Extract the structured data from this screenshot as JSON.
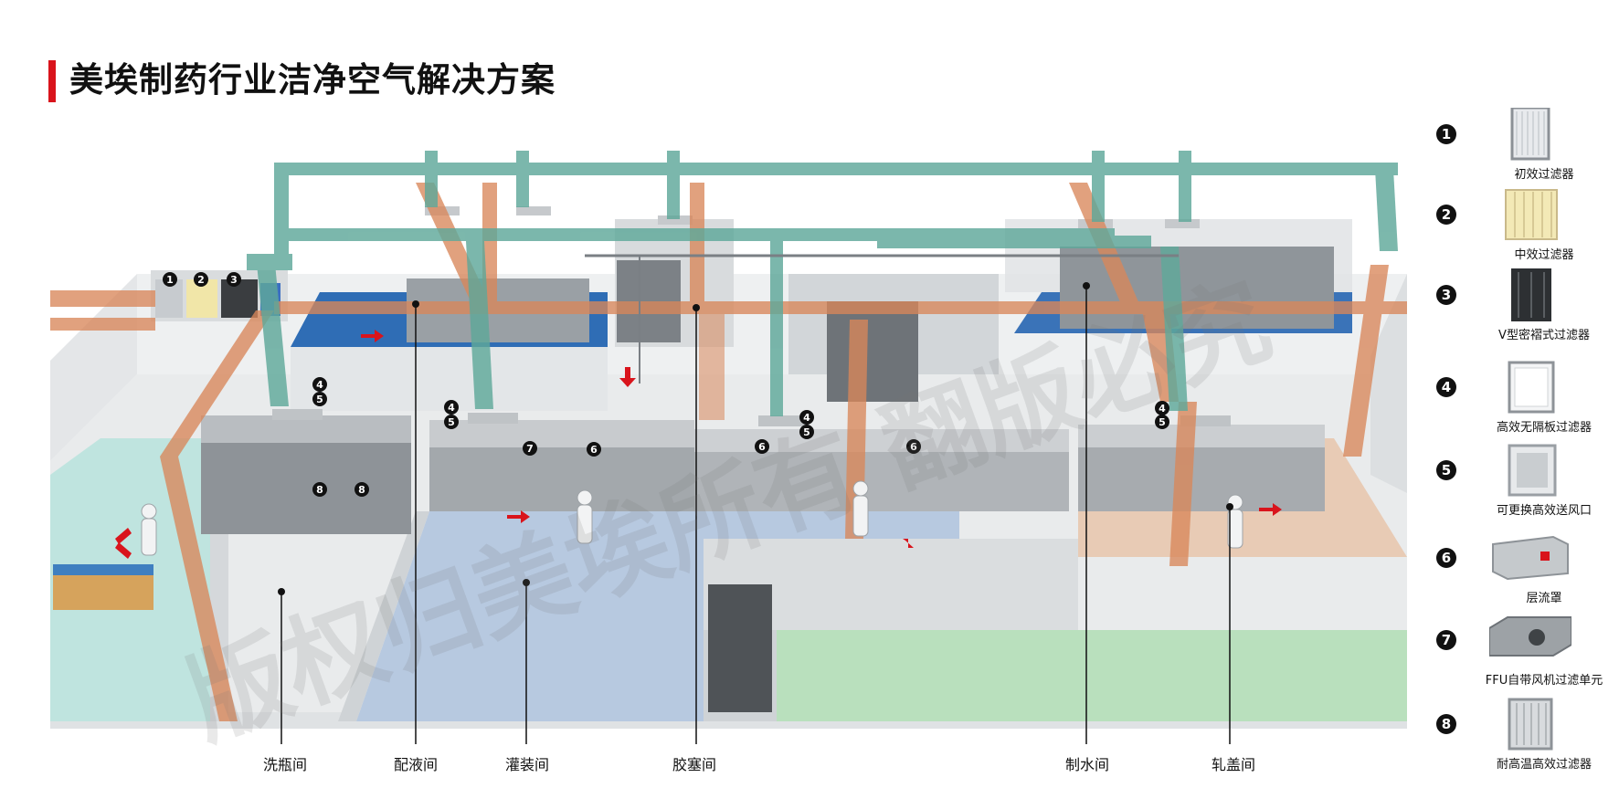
{
  "title": "美埃制药行业洁净空气解决方案",
  "watermark": "版权归美埃所有 翻版必究",
  "colors": {
    "accent_red": "#d9141c",
    "duct_supply": "#5fa89a",
    "duct_return": "#d9875a",
    "room_blue": "#2f6db5",
    "room_light_blue": "#b7c9e0",
    "room_teal": "#bfe4df",
    "room_peach": "#e8cbb5",
    "room_green": "#b9e0bd"
  },
  "rooms": [
    {
      "id": "wash",
      "label": "洗瓶间"
    },
    {
      "id": "mix",
      "label": "配液间"
    },
    {
      "id": "fill",
      "label": "灌装间"
    },
    {
      "id": "stopper",
      "label": "胶塞间"
    },
    {
      "id": "water",
      "label": "制水间"
    },
    {
      "id": "cap",
      "label": "轧盖间"
    }
  ],
  "legend": [
    {
      "num": "1",
      "label": "初效过滤器",
      "icon": "panel-filter-icon"
    },
    {
      "num": "2",
      "label": "中效过滤器",
      "icon": "bag-filter-icon"
    },
    {
      "num": "3",
      "label": "V型密褶式过滤器",
      "icon": "v-bank-filter-icon"
    },
    {
      "num": "4",
      "label": "高效无隔板过滤器",
      "icon": "hepa-filter-icon"
    },
    {
      "num": "5",
      "label": "可更换高效送风口",
      "icon": "hepa-diffuser-icon"
    },
    {
      "num": "6",
      "label": "层流罩",
      "icon": "laminar-hood-icon"
    },
    {
      "num": "7",
      "label": "FFU自带风机过滤单元",
      "icon": "ffu-icon"
    },
    {
      "num": "8",
      "label": "耐高温高效过滤器",
      "icon": "high-temp-filter-icon"
    }
  ],
  "ahu_markers": [
    "1",
    "2",
    "3"
  ],
  "scene_markers": {
    "m4": "4",
    "m5": "5",
    "m6": "6",
    "m7": "7",
    "m8": "8"
  }
}
